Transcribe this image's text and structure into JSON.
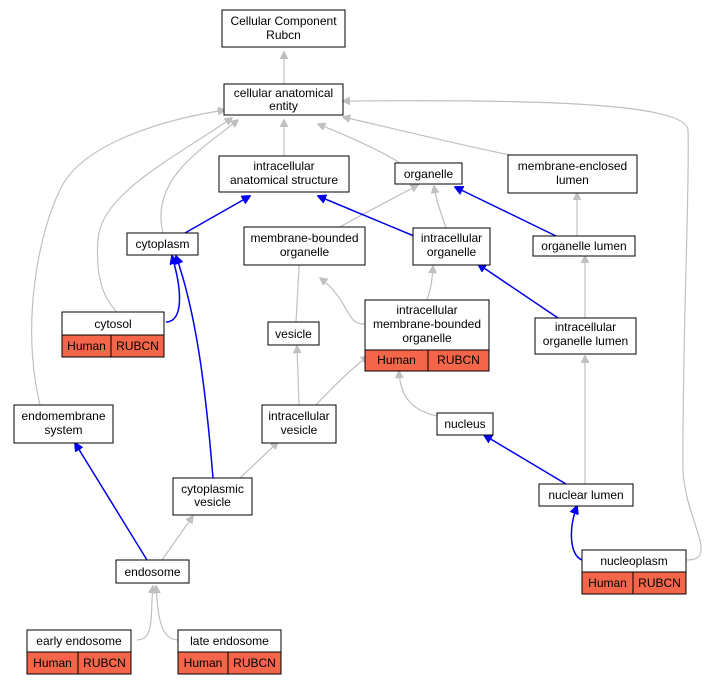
{
  "graph": {
    "colors": {
      "is_a_edge": "#c0c0c0",
      "part_of_edge": "#0000ee",
      "annotation_fill": "#f4654a",
      "node_fill": "#ffffff"
    },
    "nodes": {
      "root": {
        "lines": [
          "Cellular Component",
          "Rubcn"
        ]
      },
      "cae": {
        "lines": [
          "cellular anatomical",
          "entity"
        ]
      },
      "ias": {
        "lines": [
          "intracellular",
          "anatomical structure"
        ]
      },
      "organelle": {
        "lines": [
          "organelle"
        ]
      },
      "mel": {
        "lines": [
          "membrane-enclosed",
          "lumen"
        ]
      },
      "cytoplasm": {
        "lines": [
          "cytoplasm"
        ]
      },
      "mbo": {
        "lines": [
          "membrane-bounded",
          "organelle"
        ]
      },
      "io": {
        "lines": [
          "intracellular",
          "organelle"
        ]
      },
      "ol": {
        "lines": [
          "organelle lumen"
        ]
      },
      "cytosol": {
        "lines": [
          "cytosol"
        ],
        "annotation": [
          "Human",
          "RUBCN"
        ]
      },
      "vesicle": {
        "lines": [
          "vesicle"
        ]
      },
      "imbo": {
        "lines": [
          "intracellular",
          "membrane-bounded",
          "organelle"
        ],
        "annotation": [
          "Human",
          "RUBCN"
        ]
      },
      "iol": {
        "lines": [
          "intracellular",
          "organelle lumen"
        ]
      },
      "endo": {
        "lines": [
          "endomembrane",
          "system"
        ]
      },
      "iv": {
        "lines": [
          "intracellular",
          "vesicle"
        ]
      },
      "nucleus": {
        "lines": [
          "nucleus"
        ]
      },
      "cv": {
        "lines": [
          "cytoplasmic",
          "vesicle"
        ]
      },
      "nl": {
        "lines": [
          "nuclear lumen"
        ]
      },
      "endosome": {
        "lines": [
          "endosome"
        ]
      },
      "np": {
        "lines": [
          "nucleoplasm"
        ],
        "annotation": [
          "Human",
          "RUBCN"
        ]
      },
      "ee": {
        "lines": [
          "early endosome"
        ],
        "annotation": [
          "Human",
          "RUBCN"
        ]
      },
      "le": {
        "lines": [
          "late endosome"
        ],
        "annotation": [
          "Human",
          "RUBCN"
        ]
      }
    }
  }
}
